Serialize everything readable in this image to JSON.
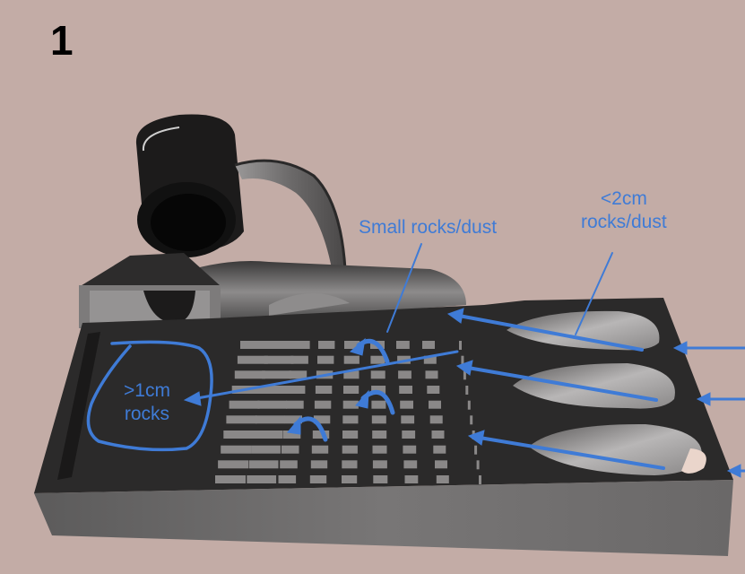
{
  "figure": {
    "panel_number": "1",
    "background_color": "#c3aca6",
    "annotation_color": "#3f7bd6"
  },
  "annotations": {
    "small_rocks": {
      "line1": "Small rocks/dust"
    },
    "under_2cm": {
      "line1": "<2cm",
      "line2": "rocks/dust"
    },
    "over_1cm": {
      "line1": ">1cm",
      "line2": "rocks"
    }
  },
  "components": [
    {
      "name": "cylindrical-drum",
      "description": "black cylinder at top rear"
    },
    {
      "name": "curved-chute",
      "description": "gray curved guard and tube"
    },
    {
      "name": "hopper-funnel",
      "description": "pyramidal funnel over left bin"
    },
    {
      "name": "sieve-grid",
      "description": "perforated grid with square holes"
    },
    {
      "name": "intake-scoops",
      "description": "three teardrop-shaped intake cups on right"
    },
    {
      "name": "large-rock-bin",
      "description": "left compartment"
    },
    {
      "name": "base-tray",
      "description": "dark rectangular base"
    }
  ],
  "arrows": {
    "incoming_count": 3,
    "flow_arrows_count": 3,
    "curved_arrows_count": 3
  }
}
